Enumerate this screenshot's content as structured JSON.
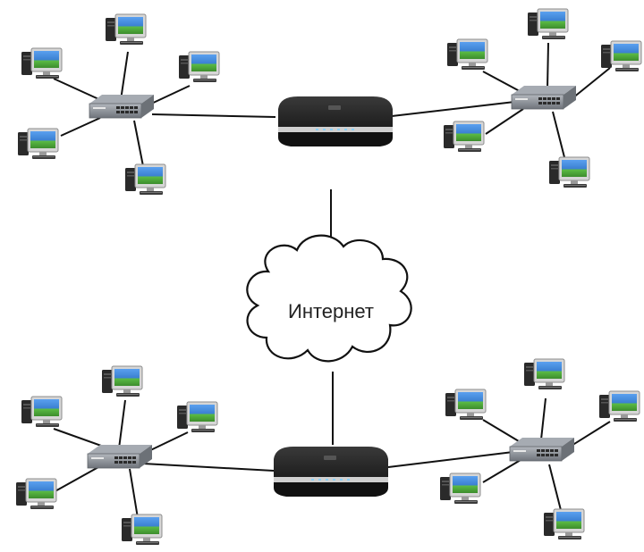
{
  "cloud": {
    "label": "Интернет"
  },
  "colors": {
    "background": "#ffffff",
    "cable": "#111111",
    "router_body": "#1c1c1c",
    "router_base": "#d8d8d8",
    "switch_body": "#8a8f96",
    "monitor_screen": "#3a7fd0",
    "monitor_grass": "#4caf3c",
    "tower": "#2a2a2a"
  },
  "networks": [
    {
      "name": "top-left-lan",
      "computers": 5
    },
    {
      "name": "top-right-lan",
      "computers": 5
    },
    {
      "name": "bottom-left-lan",
      "computers": 5
    },
    {
      "name": "bottom-right-lan",
      "computers": 5
    }
  ]
}
